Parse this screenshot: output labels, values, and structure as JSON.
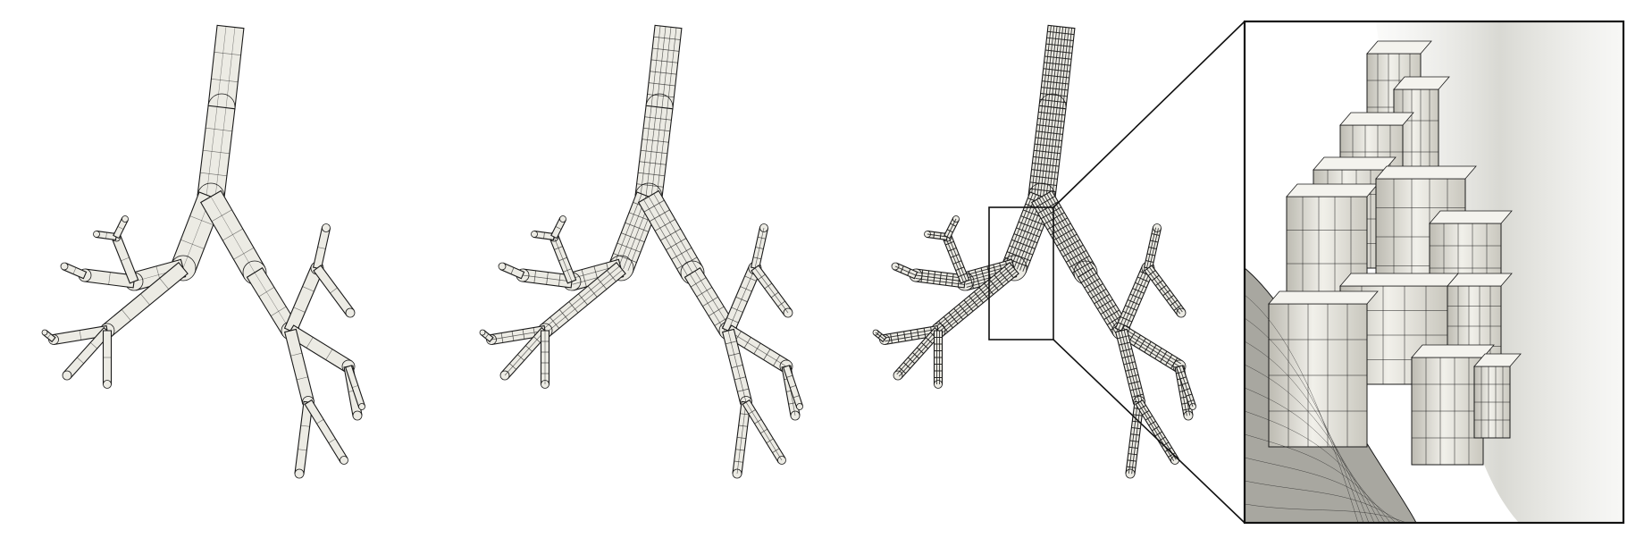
{
  "figure": {
    "panels": [
      {
        "id": "coarse-mesh",
        "mesh_density": "coarse"
      },
      {
        "id": "medium-mesh",
        "mesh_density": "medium"
      },
      {
        "id": "fine-mesh",
        "mesh_density": "fine"
      }
    ],
    "zoom_inset": {
      "source_panel": "fine-mesh",
      "region": "carina-bifurcation"
    }
  },
  "colors": {
    "background": "#ffffff",
    "mesh_fill_light": "#ecebe4",
    "mesh_fill_shade": "#bdbbb2",
    "mesh_edge": "#1a1a1a",
    "inset_frame": "#111111",
    "translucent_wall": "#d9d9d2"
  }
}
